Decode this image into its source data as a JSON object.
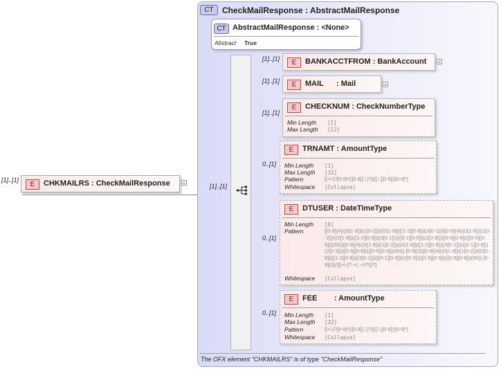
{
  "root": {
    "cardinality": "[1]..[1]",
    "badge": "E",
    "label": "CHKMAILRS : CheckMailResponse"
  },
  "complex_type": {
    "badge": "CT",
    "label": "CheckMailResponse : AbstractMailResponse",
    "base": {
      "badge": "CT",
      "label": "AbstractMailResponse : <None>",
      "abstract_label": "Abstract",
      "abstract_value": "True"
    },
    "sequence_cardinality": "[1]..[1]",
    "footer": "The OFX element \"CHKMAILRS\" is of type \"CheckMailResponse\""
  },
  "elements": [
    {
      "cardinality": "[1]..[1]",
      "badge": "E",
      "label": "BANKACCTFROM : BankAccount"
    },
    {
      "cardinality": "[1]..[1]",
      "badge": "E",
      "label": "MAIL      : Mail"
    },
    {
      "cardinality": "[1]..[1]",
      "badge": "E",
      "label": "CHECKNUM : CheckNumberType",
      "facets": [
        {
          "label": "Min Length",
          "value": "[1]"
        },
        {
          "label": "Max Length",
          "value": "[12]"
        }
      ]
    },
    {
      "cardinality": "0..[1]",
      "badge": "E",
      "label": "TRNAMT : AmountType",
      "facets": [
        {
          "label": "Min Length",
          "value": "[1]"
        },
        {
          "label": "Max Length",
          "value": "[32]"
        },
        {
          "label": "Pattern",
          "value": "[[+\\-]?[0-9]*(([0-9][,\\.]?)|([,\\.][0-9]))[0-9]*]"
        },
        {
          "label": "Whitespace",
          "value": "[Collapse]"
        }
      ]
    },
    {
      "cardinality": "0..[1]",
      "badge": "E",
      "label": "DTUSER : DateTimeType",
      "facets": [
        {
          "label": "Min Length",
          "value": "[8]"
        },
        {
          "label": "Pattern",
          "value": "[[0-9]{4}((0[1-9])|(1[0-2]))((0[1-9])|([1-2][0-9])|(3[0-1]))|[0-9]{4}((0[1-9])|(1[0-2]))((0[1-9])|([1-2][0-9])|(3[0-1]))(([0-1][0-9])|(2[0-3]))([0-5][0-9])(([0-5][0-9])|(60))|[0-9]{4}((0[1-9])|(1[0-2]))((0[1-9])|([1-2][0-9])|(3[0-1]))(([0-1][0-9])|(2[0-3]))([0-5][0-9])(([0-5][0-9])|(60)).[0-9]{3}|[0-9]{4}((0[1-9])|(1[0-2]))((0[1-9])|([1-2][0-9])|(3[0-1]))(([0-1][0-9])|(2[0-3]))([0-5][0-9])(([0-5][0-9])|(60)).[0-9]{3}(\\[[+\\-]?.+(:.+)?\\])?]"
        },
        {
          "label": "Whitespace",
          "value": "[Collapse]"
        }
      ]
    },
    {
      "cardinality": "0..[1]",
      "badge": "E",
      "label": "FEE        : AmountType",
      "facets": [
        {
          "label": "Min Length",
          "value": "[1]"
        },
        {
          "label": "Max Length",
          "value": "[32]"
        },
        {
          "label": "Pattern",
          "value": "[[+\\-]?[0-9]*(([0-9][,\\.]?)|([,\\.][0-9]))[0-9]*]"
        },
        {
          "label": "Whitespace",
          "value": "[Collapse]"
        }
      ]
    }
  ]
}
